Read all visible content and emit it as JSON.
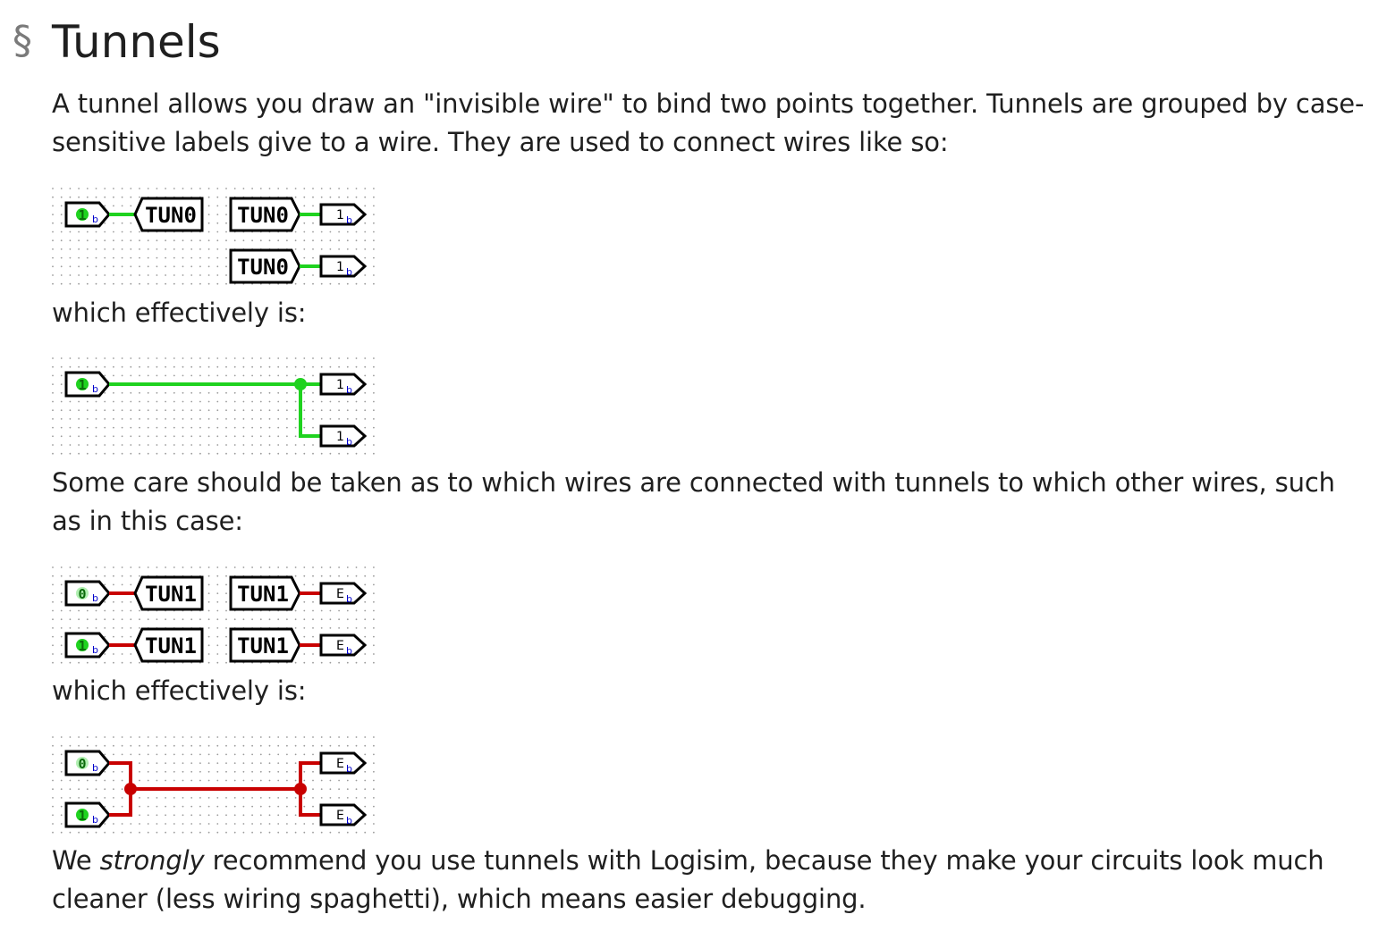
{
  "section_mark": "§",
  "title": "Tunnels",
  "p1": "A tunnel allows you draw an \"invisible wire\" to bind two points together. Tunnels are grouped by case-sensitive labels give to a wire. They are used to connect wires like so:",
  "p2": "which effectively is:",
  "p3": "Some care should be taken as to which wires are connected with tunnels to which other wires, such as in this case:",
  "p4": "which effectively is:",
  "p5": {
    "before": "We ",
    "emphasis": "strongly",
    "after": " recommend you use tunnels with Logisim, because they make your circuits look much cleaner (less wiring spaghetti), which means easier debugging."
  },
  "colors": {
    "wire_on": "#1fd21f",
    "wire_error": "#c80000",
    "pin_value": "#0a8a0a",
    "subscript": "#0000cc",
    "grid_dot": "#9a9a9a"
  },
  "diagrams": {
    "d1": {
      "input_pin": {
        "value": "1",
        "sub": "b"
      },
      "tunnels": [
        "TUN0",
        "TUN0",
        "TUN0"
      ],
      "outputs": [
        {
          "value": "1",
          "sub": "b"
        },
        {
          "value": "1",
          "sub": "b"
        }
      ]
    },
    "d2": {
      "input_pin": {
        "value": "1",
        "sub": "b"
      },
      "outputs": [
        {
          "value": "1",
          "sub": "b"
        },
        {
          "value": "1",
          "sub": "b"
        }
      ]
    },
    "d3": {
      "input_pins": [
        {
          "value": "0",
          "sub": "b"
        },
        {
          "value": "1",
          "sub": "b"
        }
      ],
      "tunnels": [
        "TUN1",
        "TUN1",
        "TUN1",
        "TUN1"
      ],
      "outputs": [
        {
          "value": "E",
          "sub": "b"
        },
        {
          "value": "E",
          "sub": "b"
        }
      ]
    },
    "d4": {
      "input_pins": [
        {
          "value": "0",
          "sub": "b"
        },
        {
          "value": "1",
          "sub": "b"
        }
      ],
      "outputs": [
        {
          "value": "E",
          "sub": "b"
        },
        {
          "value": "E",
          "sub": "b"
        }
      ]
    }
  }
}
